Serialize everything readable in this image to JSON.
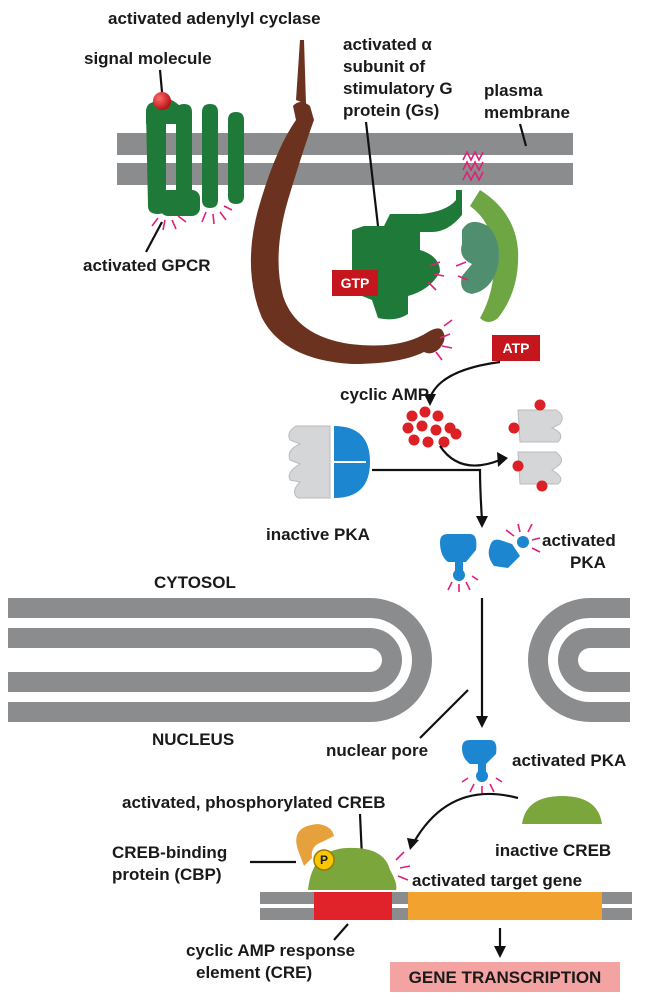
{
  "labels": {
    "activated_adenylyl_cyclase": "activated adenylyl cyclase",
    "signal_molecule": "signal molecule",
    "gs_line1": "activated α",
    "gs_line2": "subunit of",
    "gs_line3": "stimulatory G",
    "gs_line4": "protein (Gs)",
    "plasma_membrane_line1": "plasma",
    "plasma_membrane_line2": "membrane",
    "activated_gpcr": "activated GPCR",
    "gtp": "GTP",
    "atp": "ATP",
    "cyclic_amp": "cyclic AMP",
    "inactive_pka": "inactive PKA",
    "activated_pka_top_line1": "activated",
    "activated_pka_top_line2": "PKA",
    "cytosol": "CYTOSOL",
    "nucleus": "NUCLEUS",
    "nuclear_pore": "nuclear pore",
    "activated_pka_nucleus": "activated PKA",
    "activated_phosphorylated_creb": "activated, phosphorylated CREB",
    "cbp_line1": "CREB-binding",
    "cbp_line2": "protein (CBP)",
    "inactive_creb": "inactive CREB",
    "phosphate": "P",
    "activated_target_gene": "activated target gene",
    "cre_line1": "cyclic AMP response",
    "cre_line2": "element (CRE)",
    "gene_transcription": "GENE TRANSCRIPTION"
  },
  "colors": {
    "membrane": "#8a8c8d",
    "gpcr_green": "#1f7a3a",
    "cyclase_brown": "#6b3220",
    "g_beta_gamma": "#6ea643",
    "pka_blue": "#1c86d1",
    "creb_green": "#7aa63c",
    "cbp_orange": "#e6a03c",
    "cre_red": "#e0222a",
    "gene_orange": "#f2a22f",
    "gene_transcription_bg": "#f4a3a3",
    "tag_red": "#c4161c",
    "camp_red": "#dd1f26"
  }
}
